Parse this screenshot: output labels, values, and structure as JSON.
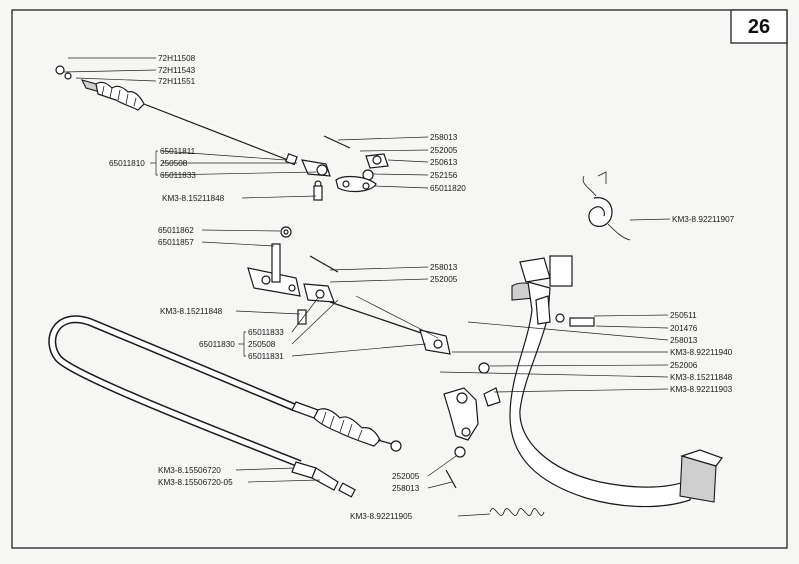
{
  "page_number": "26",
  "callouts": {
    "c1": "72H11508",
    "c2": "72H11543",
    "c3": "72H11551",
    "c4": "258013",
    "c5": "65011811",
    "c6": "252005",
    "c7": "65011810",
    "c8": "250508",
    "c9": "250613",
    "c10": "65011833",
    "c11": "252156",
    "c12": "65011820",
    "c13": "KM3-8.15211848",
    "c14": "KM3-8.92211907",
    "c15": "65011862",
    "c16": "65011857",
    "c17": "258013",
    "c18": "252005",
    "c19": "KM3-8.15211848",
    "c20": "250511",
    "c21": "65011833",
    "c22": "201476",
    "c23": "65011830",
    "c24": "250508",
    "c25": "258013",
    "c26": "65011831",
    "c27": "KM3-8.92211940",
    "c28": "252006",
    "c29": "KM3-8.15211848",
    "c30": "KM3-8.92211903",
    "c31": "KM3-8.15506720",
    "c32": "KM3-8.15506720-05",
    "c33": "252005",
    "c34": "258013",
    "c35": "KM3-8.92211905"
  }
}
